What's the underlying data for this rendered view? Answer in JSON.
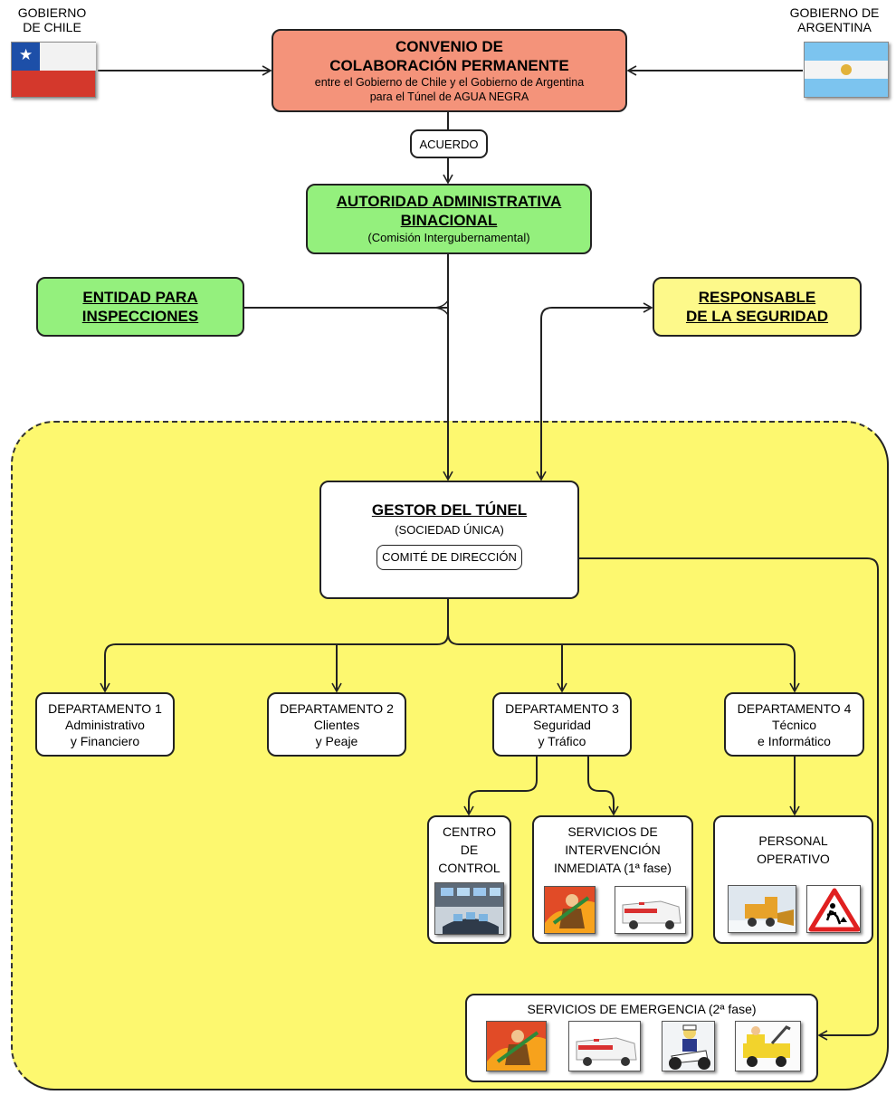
{
  "colors": {
    "convenio_fill": "#f4937a",
    "green_fill": "#94f07d",
    "yellow_fill": "#fdf98a",
    "zone_fill": "#fdf86f",
    "white": "#ffffff"
  },
  "chile_label": [
    "GOBIERNO",
    "DE CHILE"
  ],
  "argentina_label": [
    "GOBIERNO DE",
    "ARGENTINA"
  ],
  "convenio": {
    "title": [
      "CONVENIO DE",
      "COLABORACIÓN PERMANENTE"
    ],
    "subtitle": [
      "entre el Gobierno de Chile y el Gobierno de Argentina",
      "para el Túnel de AGUA NEGRA"
    ]
  },
  "acuerdo": "ACUERDO",
  "autoridad": {
    "title": [
      "AUTORIDAD ADMINISTRATIVA",
      "BINACIONAL"
    ],
    "subtitle": "(Comisión Intergubernamental)"
  },
  "entidad": [
    "ENTIDAD PARA",
    "INSPECCIONES"
  ],
  "responsable": [
    "RESPONSABLE",
    "DE LA SEGURIDAD"
  ],
  "gestor": {
    "title": "GESTOR DEL TÚNEL",
    "subtitle": "(SOCIEDAD ÚNICA)",
    "comite": "COMITÉ DE DIRECCIÓN"
  },
  "departments": [
    {
      "title": "DEPARTAMENTO 1",
      "lines": [
        "Administrativo",
        "y Financiero"
      ]
    },
    {
      "title": "DEPARTAMENTO 2",
      "lines": [
        "Clientes",
        "y Peaje"
      ]
    },
    {
      "title": "DEPARTAMENTO 3",
      "lines": [
        "Seguridad",
        "y Tráfico"
      ]
    },
    {
      "title": "DEPARTAMENTO 4",
      "lines": [
        "Técnico",
        "e Informático"
      ]
    }
  ],
  "centro": [
    "CENTRO",
    "DE",
    "CONTROL"
  ],
  "servicios_inter": [
    "SERVICIOS DE",
    "INTERVENCIÓN",
    "INMEDIATA (1ª fase)"
  ],
  "personal": [
    "PERSONAL",
    "OPERATIVO"
  ],
  "emergencia": "SERVICIOS DE EMERGENCIA (2ª fase)",
  "icons": {
    "centro": [
      "control-room-icon"
    ],
    "servicios_inter": [
      "firefighter-icon",
      "ambulance-icon"
    ],
    "personal": [
      "snowplow-icon",
      "road-works-sign-icon"
    ],
    "emergencia": [
      "firefighter-icon",
      "ambulance-icon",
      "police-motorcycle-icon",
      "tow-truck-icon"
    ]
  }
}
